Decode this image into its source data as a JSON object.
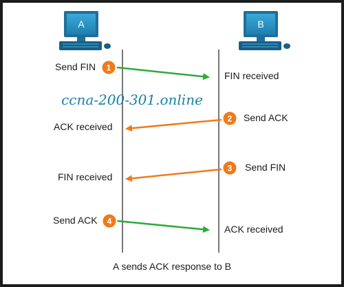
{
  "hosts": {
    "left": "A",
    "right": "B"
  },
  "watermark": "ccna-200-301.online",
  "caption": "A sends ACK response to B",
  "colors": {
    "green": "#2daa3a",
    "orange": "#f07a1a",
    "line": "#4a4a4a",
    "pc": "#1f8ec0"
  },
  "steps": [
    {
      "num": "1",
      "sender_label": "Send FIN",
      "receiver_label": "FIN received",
      "direction": "A-to-B",
      "color": "green"
    },
    {
      "num": "2",
      "sender_label": "Send ACK",
      "receiver_label": "ACK received",
      "direction": "B-to-A",
      "color": "orange"
    },
    {
      "num": "3",
      "sender_label": "Send FIN",
      "receiver_label": "FIN received",
      "direction": "B-to-A",
      "color": "orange"
    },
    {
      "num": "4",
      "sender_label": "Send ACK",
      "receiver_label": "ACK received",
      "direction": "A-to-B",
      "color": "green"
    }
  ]
}
